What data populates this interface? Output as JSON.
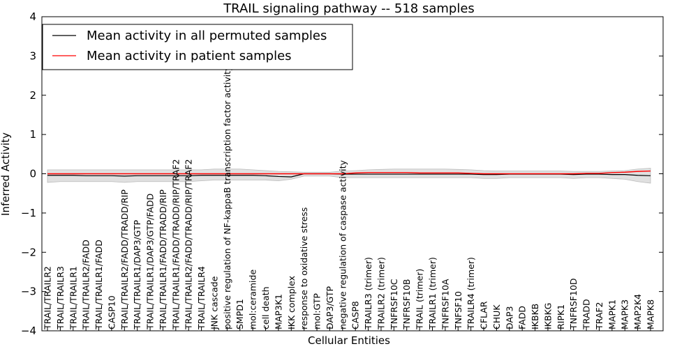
{
  "chart_data": {
    "type": "line",
    "title": "TRAIL signaling pathway -- 518 samples",
    "xlabel": "Cellular Entities",
    "ylabel": "Inferred Activity",
    "ylim": [
      -4,
      4
    ],
    "yticks": [
      "−4",
      "−3",
      "−2",
      "−1",
      "0",
      "1",
      "2",
      "3",
      "4"
    ],
    "grid": false,
    "legend_position": "top-left",
    "categories": [
      "TRAIL/TRAILR2",
      "TRAIL/TRAILR3",
      "TRAIL/TRAILR1",
      "TRAIL/TRAILR2/FADD",
      "TRAIL/TRAILR1/FADD",
      "CASP10",
      "TRAIL/TRAILR2/FADD/TRADD/RIP",
      "TRAIL/TRAILR1/DAP3/GTP",
      "TRAIL/TRAILR1/DAP3/GTP/FADD",
      "TRAIL/TRAILR1/FADD/TRADD/RIP",
      "TRAIL/TRAILR1/FADD/TRADD/RIP/TRAF2",
      "TRAIL/TRAILR2/FADD/TRADD/RIP/TRAF2",
      "TRAIL/TRAILR4",
      "JNK cascade",
      "positive regulation of NF-kappaB transcription factor activity",
      "SMPD1",
      "mol:ceramide",
      "cell death",
      "MAP3K1",
      "IKK complex",
      "response to oxidative stress",
      "mol:GTP",
      "DAP3/GTP",
      "negative regulation of caspase activity",
      "CASP8",
      "TRAILR3 (trimer)",
      "TRAILR2 (trimer)",
      "TNFRSF10C",
      "TNFRSF10B",
      "TRAIL (trimer)",
      "TRAILR1 (trimer)",
      "TNFRSF10A",
      "TNFSF10",
      "TRAILR4 (trimer)",
      "CFLAR",
      "CHUK",
      "DAP3",
      "FADD",
      "IKBKB",
      "IKBKG",
      "RIPK1",
      "TNFRSF10D",
      "TRADD",
      "TRAF2",
      "MAPK1",
      "MAPK3",
      "MAP2K4",
      "MAPK8"
    ],
    "series": [
      {
        "name": "Mean activity in all permuted samples",
        "color": "#000000",
        "values": [
          -0.04,
          -0.04,
          -0.04,
          -0.05,
          -0.05,
          -0.05,
          -0.06,
          -0.05,
          -0.05,
          -0.05,
          -0.05,
          -0.05,
          -0.04,
          -0.04,
          -0.04,
          -0.04,
          -0.04,
          -0.05,
          -0.07,
          -0.08,
          0.0,
          0.0,
          0.0,
          -0.01,
          -0.01,
          -0.01,
          -0.01,
          -0.01,
          -0.01,
          -0.01,
          -0.01,
          -0.01,
          -0.01,
          -0.01,
          -0.02,
          -0.02,
          -0.01,
          -0.01,
          -0.01,
          -0.01,
          -0.01,
          -0.02,
          -0.01,
          -0.01,
          -0.02,
          -0.02,
          -0.04,
          -0.05
        ],
        "band_upper": [
          0.1,
          0.1,
          0.1,
          0.1,
          0.1,
          0.1,
          0.1,
          0.1,
          0.1,
          0.1,
          0.1,
          0.1,
          0.1,
          0.12,
          0.12,
          0.12,
          0.1,
          0.08,
          0.06,
          0.05,
          0.04,
          0.04,
          0.04,
          0.07,
          0.08,
          0.1,
          0.11,
          0.12,
          0.12,
          0.12,
          0.12,
          0.12,
          0.11,
          0.1,
          0.08,
          0.07,
          0.07,
          0.07,
          0.07,
          0.07,
          0.07,
          0.06,
          0.06,
          0.06,
          0.07,
          0.08,
          0.12,
          0.14
        ],
        "band_lower": [
          -0.22,
          -0.2,
          -0.2,
          -0.2,
          -0.2,
          -0.2,
          -0.22,
          -0.2,
          -0.2,
          -0.2,
          -0.2,
          -0.2,
          -0.18,
          -0.16,
          -0.16,
          -0.16,
          -0.16,
          -0.16,
          -0.18,
          -0.14,
          -0.06,
          -0.06,
          -0.06,
          -0.1,
          -0.1,
          -0.1,
          -0.1,
          -0.1,
          -0.1,
          -0.1,
          -0.1,
          -0.1,
          -0.1,
          -0.1,
          -0.12,
          -0.12,
          -0.1,
          -0.1,
          -0.1,
          -0.1,
          -0.1,
          -0.12,
          -0.1,
          -0.1,
          -0.12,
          -0.14,
          -0.2,
          -0.24
        ]
      },
      {
        "name": "Mean activity in patient samples",
        "color": "#ff0000",
        "values": [
          0.0,
          0.0,
          0.0,
          0.0,
          0.0,
          0.0,
          0.0,
          0.0,
          0.0,
          0.0,
          0.0,
          0.0,
          0.0,
          0.0,
          0.0,
          0.0,
          0.0,
          0.0,
          0.0,
          0.0,
          0.0,
          0.0,
          0.0,
          0.0,
          0.02,
          0.03,
          0.03,
          0.03,
          0.03,
          0.02,
          0.02,
          0.02,
          0.02,
          0.01,
          0.0,
          0.0,
          0.0,
          0.0,
          0.0,
          0.0,
          0.0,
          0.0,
          0.01,
          0.01,
          0.03,
          0.04,
          0.06,
          0.07
        ]
      }
    ]
  }
}
